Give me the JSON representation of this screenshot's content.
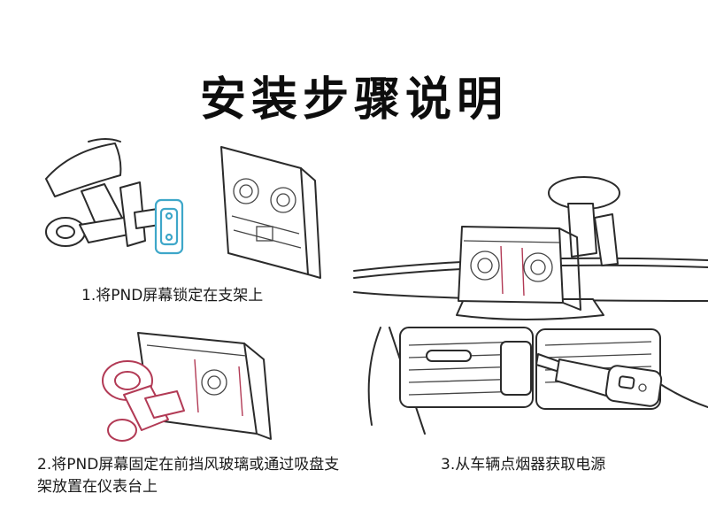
{
  "title": "安装步骤说明",
  "steps": [
    {
      "caption": "1.将PND屏幕锁定在支架上"
    },
    {
      "caption": "2.将PND屏幕固定在前挡风玻璃或通过吸盘支架放置在仪表台上"
    },
    {
      "caption": "3.从车辆点烟器获取电源"
    }
  ],
  "colors": {
    "mount_highlight": "#3ea7c9",
    "step2_highlight": "#b23a55",
    "line": "#2b2b2b"
  }
}
